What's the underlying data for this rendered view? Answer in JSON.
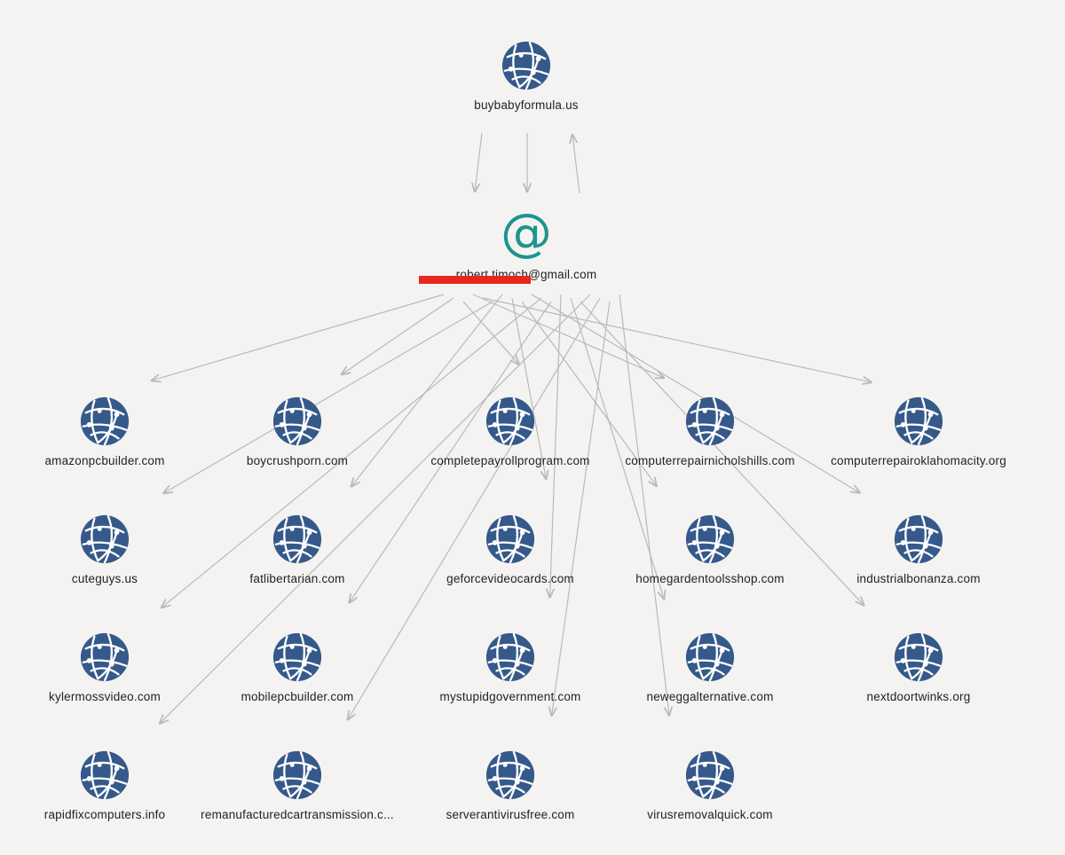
{
  "colors": {
    "globe": "#35598a",
    "edge": "#b9b9b9",
    "at": "#1e938f",
    "redaction": "#e8261d"
  },
  "root": {
    "label": "buybabyformula.us",
    "icon": "globe-icon"
  },
  "email": {
    "label": "robert.timoch@gmail.com",
    "icon": "at-icon"
  },
  "domains": [
    {
      "label": "amazonpcbuilder.com"
    },
    {
      "label": "boycrushporn.com"
    },
    {
      "label": "completepayrollprogram.com"
    },
    {
      "label": "computerrepairnicholshills.com"
    },
    {
      "label": "computerrepairoklahomacity.org"
    },
    {
      "label": "cuteguys.us"
    },
    {
      "label": "fatlibertarian.com"
    },
    {
      "label": "geforcevideocards.com"
    },
    {
      "label": "homegardentoolsshop.com"
    },
    {
      "label": "industrialbonanza.com"
    },
    {
      "label": "kylermossvideo.com"
    },
    {
      "label": "mobilepcbuilder.com"
    },
    {
      "label": "mystupidgovernment.com"
    },
    {
      "label": "neweggalternative.com"
    },
    {
      "label": "nextdoortwinks.org"
    },
    {
      "label": "rapidfixcomputers.info"
    },
    {
      "label": "remanufacturedcartransmission.c..."
    },
    {
      "label": "serverantivirusfree.com"
    },
    {
      "label": "virusremovalquick.com"
    }
  ]
}
